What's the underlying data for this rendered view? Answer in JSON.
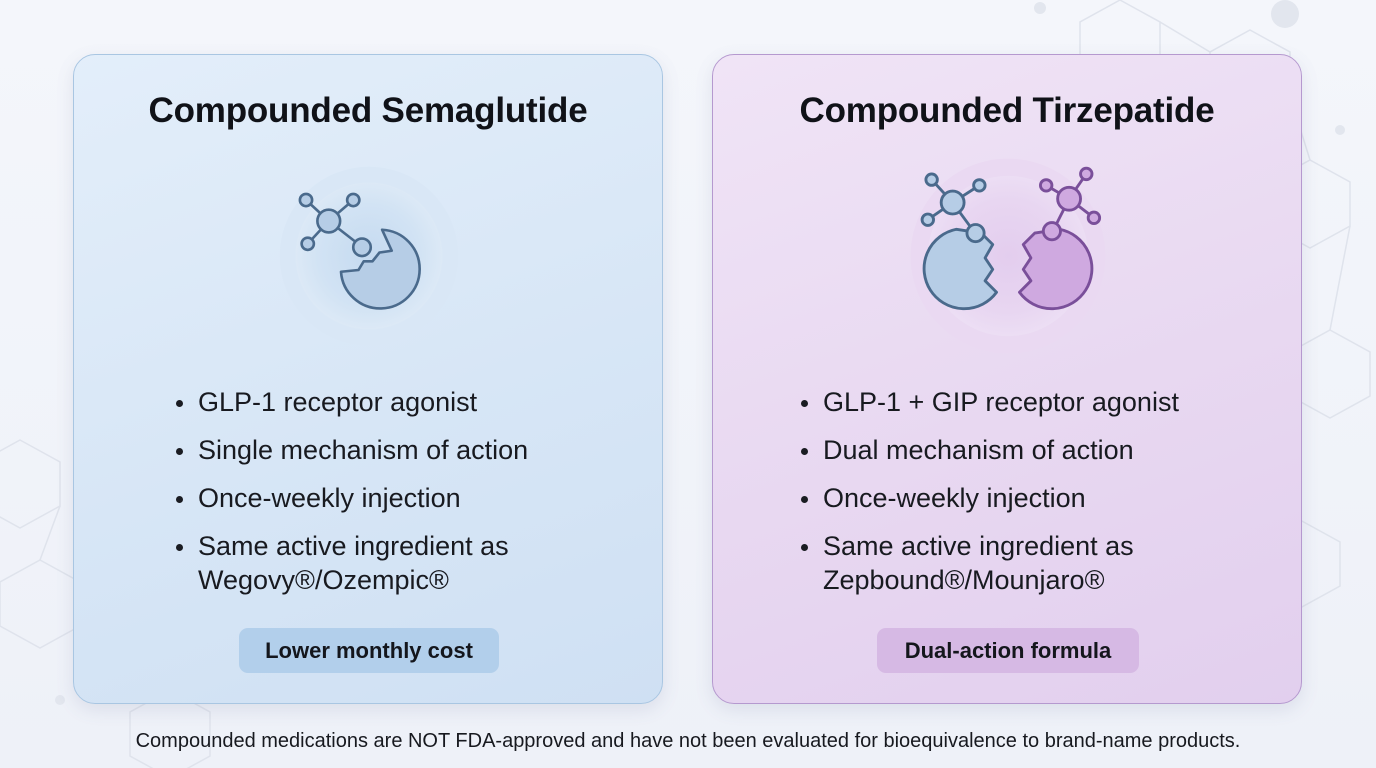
{
  "cards": [
    {
      "title": "Compounded Semaglutide",
      "bullets": [
        "GLP-1 receptor agonist",
        "Single mechanism of action",
        "Once-weekly injection",
        "Same active ingredient as",
        "Wegovy®/Ozempic®"
      ],
      "badge": "Lower monthly cost",
      "accent_color": "#b2cfeb",
      "border_color": "#a9c6e2"
    },
    {
      "title": "Compounded Tirzepatide",
      "bullets": [
        "GLP-1 + GIP receptor agonist",
        "Dual mechanism of action",
        "Once-weekly injection",
        "Same active ingredient as",
        "Zepbound®/Mounjaro®"
      ],
      "badge": "Dual-action formula",
      "accent_color": "#d6b9e4",
      "border_color": "#b599cf"
    }
  ],
  "disclaimer": "Compounded medications are NOT FDA-approved and have not been evaluated for bioequivalence to brand-name products.",
  "icons": [
    "molecule-receptor-icon",
    "dual-molecule-receptor-icon"
  ]
}
